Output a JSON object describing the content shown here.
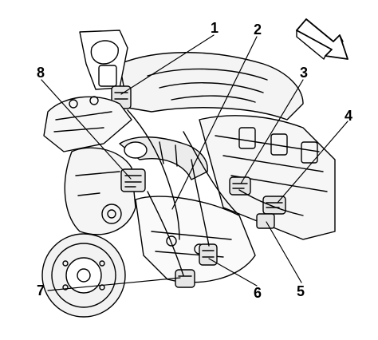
{
  "diagram": {
    "callouts": [
      {
        "id": "1",
        "label": "1"
      },
      {
        "id": "2",
        "label": "2"
      },
      {
        "id": "3",
        "label": "3"
      },
      {
        "id": "4",
        "label": "4"
      },
      {
        "id": "5",
        "label": "5"
      },
      {
        "id": "6",
        "label": "6"
      },
      {
        "id": "7",
        "label": "7"
      },
      {
        "id": "8",
        "label": "8"
      }
    ],
    "colors": {
      "line": "#000000",
      "background": "#ffffff",
      "shade": "#e6e6e6"
    },
    "icons": [
      "direction-arrow-icon"
    ]
  }
}
